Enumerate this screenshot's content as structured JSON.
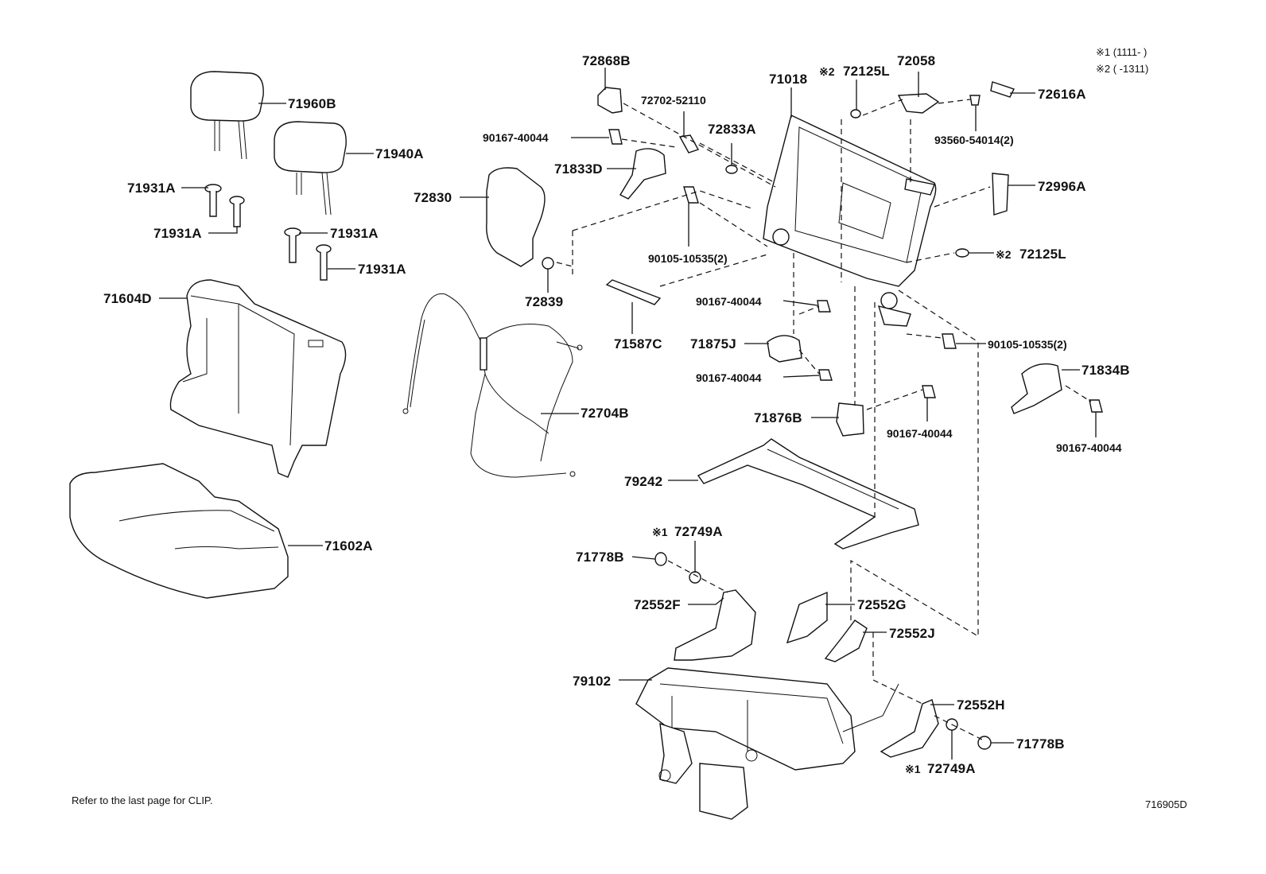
{
  "diagram": {
    "legend": {
      "note1": "※1 (1111-      )",
      "note2": "※2 (      -1311)"
    },
    "footer_note": "Refer to the last page for CLIP.",
    "figure_number": "716905D",
    "parts": {
      "p71960B": "71960B",
      "p71940A": "71940A",
      "p71931A_1": "71931A",
      "p71931A_2": "71931A",
      "p71931A_3": "71931A",
      "p71931A_4": "71931A",
      "p71604D": "71604D",
      "p71602A": "71602A",
      "p72868B": "72868B",
      "p72702": "72702-52110",
      "p90167_1": "90167-40044",
      "p71833D": "71833D",
      "p72833A": "72833A",
      "p72830": "72830",
      "p90105_1": "90105-10535(2)",
      "p72839": "72839",
      "p71587C": "71587C",
      "p72704B": "72704B",
      "p71018": "71018",
      "p72125L_1": "72125L",
      "p72058": "72058",
      "p72616A": "72616A",
      "p93560": "93560-54014(2)",
      "p72996A": "72996A",
      "p72125L_2": "72125L",
      "p90167_2": "90167-40044",
      "p71875J": "71875J",
      "p90167_3": "90167-40044",
      "p90105_2": "90105-10535(2)",
      "p71834B": "71834B",
      "p90167_4": "90167-40044",
      "p71876B": "71876B",
      "p90167_5": "90167-40044",
      "p79242": "79242",
      "p72749A_1": "72749A",
      "p71778B_1": "71778B",
      "p72552F": "72552F",
      "p72552G": "72552G",
      "p72552J": "72552J",
      "p79102": "79102",
      "p72552H": "72552H",
      "p71778B_2": "71778B",
      "p72749A_2": "72749A"
    },
    "markers": {
      "m1": "※1",
      "m2": "※2"
    }
  }
}
